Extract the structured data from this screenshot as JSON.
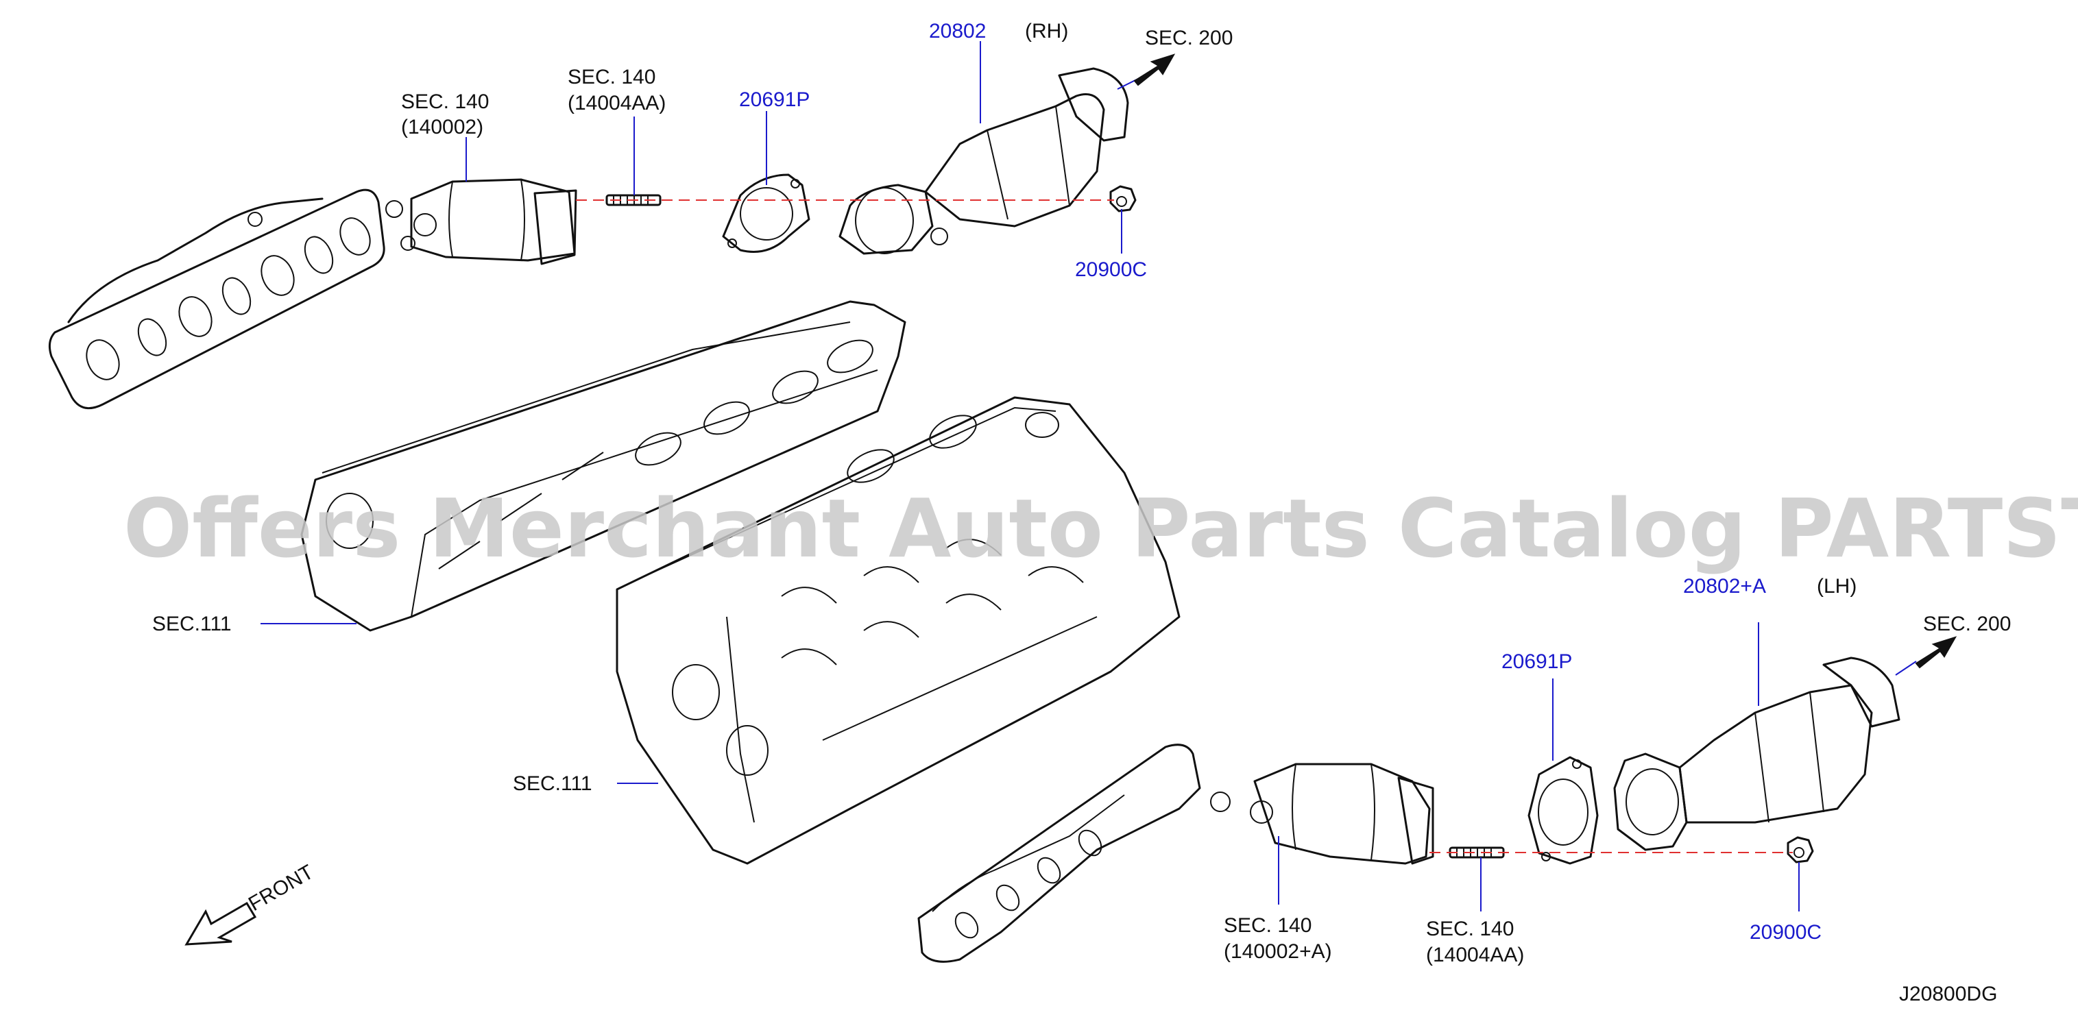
{
  "labels": {
    "sec140_rh": "SEC.   140",
    "sec140_rh_code": "(140002)",
    "sec140_stud_rh": "SEC.   140",
    "sec140_stud_rh_code": "(14004AA)",
    "gasket_rh": "20691P",
    "cat_rh": "20802",
    "cat_rh_side": "(RH)",
    "sec200_rh": "SEC.   200",
    "nut_rh": "20900C",
    "sec111_upper": "SEC.111",
    "sec111_lower": "SEC.111",
    "cat_lh": "20802+A",
    "cat_lh_side": "(LH)",
    "sec200_lh": "SEC.   200",
    "gasket_lh": "20691P",
    "sec140_lh": "SEC.   140",
    "sec140_lh_code": "(140002+A)",
    "sec140_stud_lh": "SEC.   140",
    "sec140_stud_lh_code": "(14004AA)",
    "nut_lh": "20900C",
    "front": "FRONT",
    "diagram_code": "J20800DG"
  },
  "watermark": "Offers Merchant Auto Parts Catalog PARTSTORE.SA",
  "colors": {
    "part_number": "#1a1acc",
    "text": "#111111",
    "centerline": "#e03030",
    "watermark": "#c9c9c9"
  }
}
